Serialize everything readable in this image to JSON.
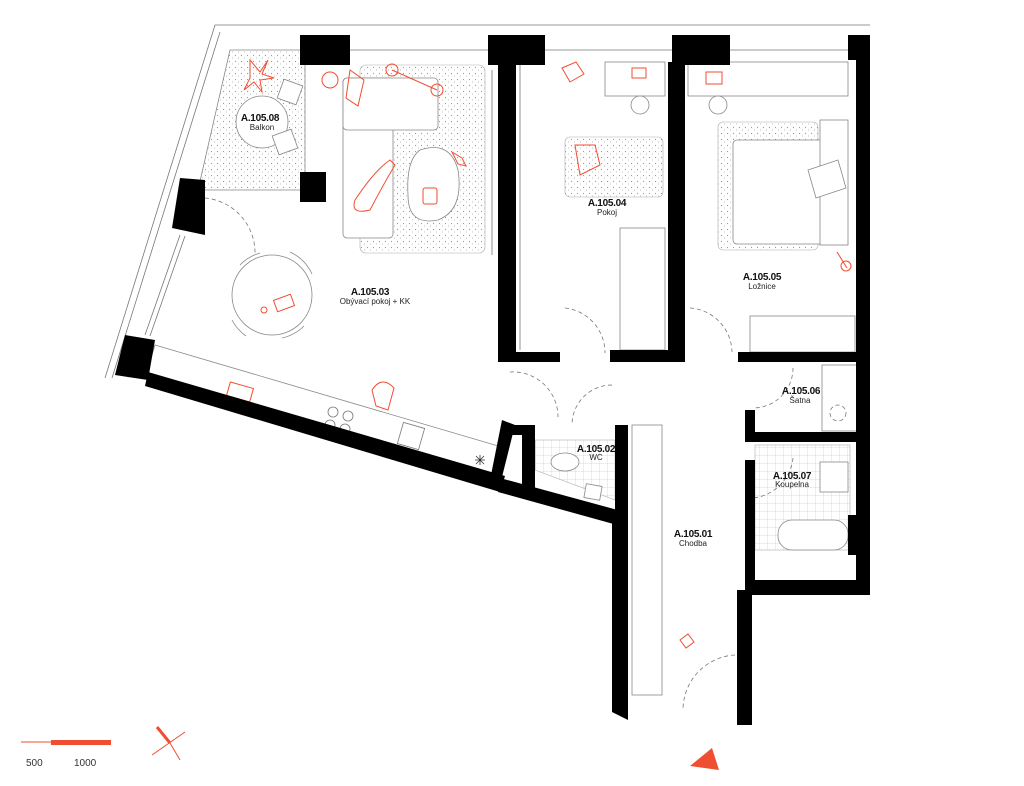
{
  "plan": {
    "accent_color": "#f04e30",
    "rooms": [
      {
        "code": "A.105.08",
        "name": "Balkon"
      },
      {
        "code": "A.105.03",
        "name": "Obývací pokoj + KK"
      },
      {
        "code": "A.105.04",
        "name": "Pokoj"
      },
      {
        "code": "A.105.05",
        "name": "Ložnice"
      },
      {
        "code": "A.105.06",
        "name": "Šatna"
      },
      {
        "code": "A.105.02",
        "name": "WC"
      },
      {
        "code": "A.105.07",
        "name": "Koupelna"
      },
      {
        "code": "A.105.01",
        "name": "Chodba"
      }
    ]
  },
  "scale_bar": {
    "label_1": "500",
    "label_2": "1000"
  },
  "icons": {
    "north": "north-arrow-icon",
    "orientation": "orientation-cross-icon"
  }
}
